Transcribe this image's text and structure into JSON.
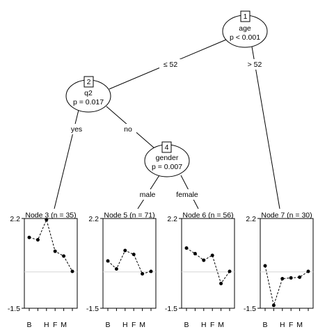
{
  "inner_nodes": [
    {
      "id": "1",
      "variable": "age",
      "pvalue": "p < 0.001"
    },
    {
      "id": "2",
      "variable": "q2",
      "pvalue": "p = 0.017"
    },
    {
      "id": "4",
      "variable": "gender",
      "pvalue": "p = 0.007"
    }
  ],
  "edge_labels": {
    "age_left": "≤ 52",
    "age_right": "> 52",
    "q2_left": "yes",
    "q2_right": "no",
    "gender_left": "male",
    "gender_right": "female"
  },
  "y_axis": {
    "max_label": "2.2",
    "min_label": "-1.5",
    "min": -1.5,
    "max": 2.2,
    "reference": 0.0
  },
  "x_tick_labels": [
    "B",
    "",
    "H",
    "F",
    "M",
    ""
  ],
  "terminal_nodes": [
    {
      "header": "Node 3 (n = 35)",
      "values": [
        1.42,
        1.32,
        2.15,
        0.85,
        0.65,
        0.02
      ]
    },
    {
      "header": "Node 5 (n = 71)",
      "values": [
        0.45,
        0.12,
        0.88,
        0.72,
        -0.08,
        0.02
      ]
    },
    {
      "header": "Node 6 (n = 56)",
      "values": [
        0.98,
        0.75,
        0.48,
        0.68,
        -0.48,
        0.02
      ]
    },
    {
      "header": "Node 7 (n = 30)",
      "values": [
        0.25,
        -1.38,
        -0.28,
        -0.25,
        -0.22,
        0.02
      ]
    }
  ]
}
